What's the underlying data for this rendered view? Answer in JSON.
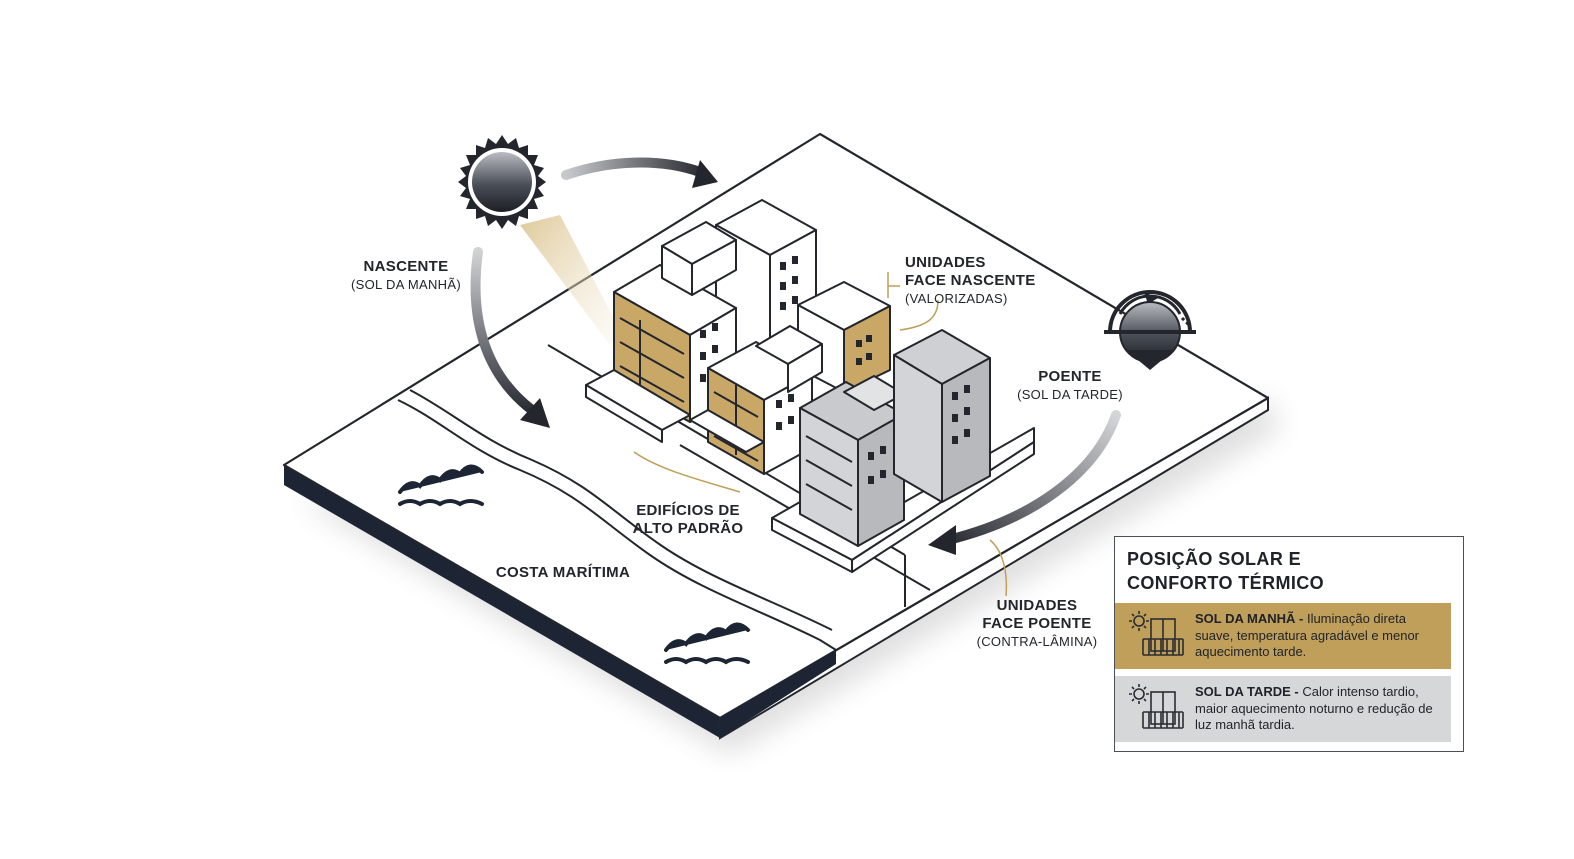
{
  "labels": {
    "nascente": {
      "title": "NASCENTE",
      "sub": "(SOL DA MANHÃ)"
    },
    "unidades_nascente": {
      "line1": "UNIDADES",
      "line2": "FACE NASCENTE",
      "sub": "(VALORIZADAS)"
    },
    "poente": {
      "title": "POENTE",
      "sub": "(SOL DA TARDE)"
    },
    "edificios": {
      "line1": "EDIFÍCIOS DE",
      "line2": "ALTO PADRÃO"
    },
    "costa": "COSTA MARÍTIMA",
    "unidades_poente": {
      "line1": "UNIDADES",
      "line2": "FACE POENTE",
      "sub": "(CONTRA-LÂMINA)"
    }
  },
  "legend": {
    "title_line1": "POSIÇÃO SOLAR E",
    "title_line2": "CONFORTO TÉRMICO",
    "morning": {
      "key": "SOL DA MANHÃ -",
      "text": " Iluminação direta suave, temperatura agradável e menor aquecimento tarde."
    },
    "evening": {
      "key": "SOL DA TARDE -",
      "text": " Calor intenso tardio, maior aquecimento noturno e redução de luz manhã tardia."
    }
  },
  "colors": {
    "gold": "#bf9f59",
    "gray_building": "#c9cacd",
    "navy": "#1d2433",
    "outline": "#23262c",
    "legend_gray": "#d6d7d9"
  },
  "icons": [
    "sun-icon",
    "sunset-icon",
    "waves-icon",
    "balcony-icon"
  ]
}
